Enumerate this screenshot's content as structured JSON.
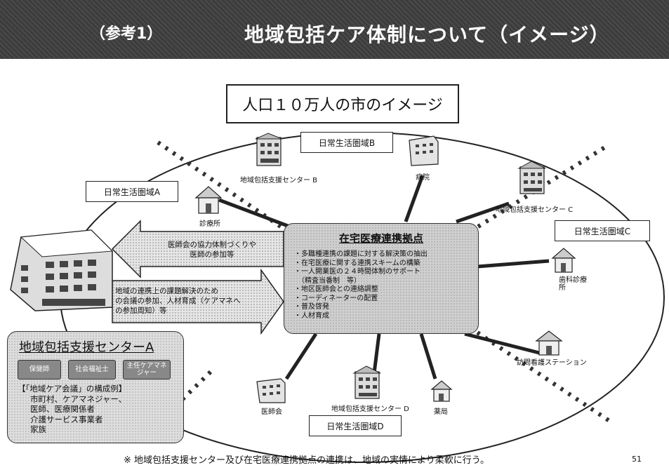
{
  "header": {
    "prefix": "（参考1）",
    "title": "地域包括ケア体制について（イメージ）"
  },
  "city_label": "人口１０万人の市のイメージ",
  "areas": {
    "a": "日常生活圏域A",
    "b": "日常生活圏域B",
    "c": "日常生活圏域C",
    "d": "日常生活圏域D"
  },
  "hub": {
    "title": "在宅医療連携拠点",
    "items": [
      "・多職種連携の課題に対する解決策の抽出",
      "・在宅医療に関する連携スキームの構築",
      "・一人開業医の２４時間体制のサポート",
      "　（精査当番制　等）",
      "・地区医師会との連絡調整",
      "・コーディネーターの配置",
      "・普及啓発",
      "・人材育成"
    ]
  },
  "arrow_left_text": [
    "医師会の協力体制づくりや",
    "医師の参加等"
  ],
  "arrow_right_text": [
    "地域の連携上の課題解決のため",
    "の会議の参加、人材育成（ケアマネへ",
    "の参加周知）等"
  ],
  "facilities": {
    "clinic": "診療所",
    "center_b": "地域包括支援センター B",
    "hospital": "病院",
    "center_c": "地域包括支援センター C",
    "dental": "歯科診療所",
    "nursing": "訪問看護ステーション",
    "pharmacy": "薬局",
    "center_d": "地域包括支援センター D",
    "medical_assoc": "医師会"
  },
  "center_a": {
    "title": "地域包括支援センターA",
    "roles": [
      "保健師",
      "社会福祉士",
      "主任ケアマネジャー"
    ],
    "note_title": "【「地域ケア会議」の構成例】",
    "note_items": [
      "市町村、ケアマネジャー、",
      "医師、医療関係者",
      "介護サービス事業者",
      "家族"
    ]
  },
  "footnote": "※ 地域包括支援センター及び在宅医療連携拠点の連携は、地域の実情により柔軟に行う。",
  "page_number": "51"
}
